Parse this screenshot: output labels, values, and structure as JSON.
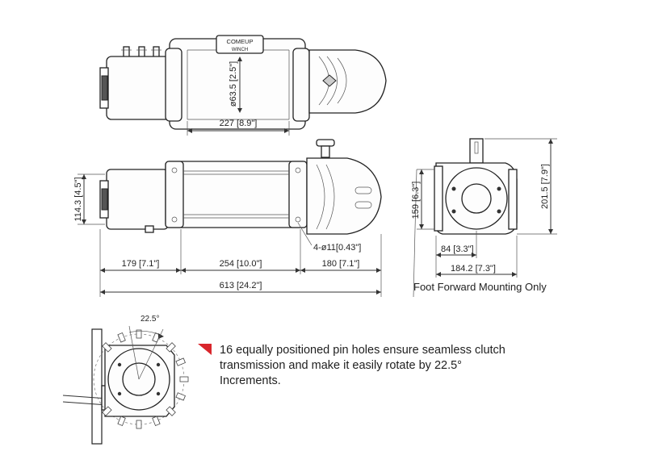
{
  "brand": {
    "logo_top": "COMEUP",
    "logo_bottom": "WINCH"
  },
  "top_view": {
    "drum_diameter": "ø63.5 [2.5\"]",
    "drum_length": "227 [8.9\"]"
  },
  "side_view": {
    "height": "114.3 [4.5\"]",
    "motor_length": "179 [7.1\"]",
    "bolt_spacing": "254 [10.0\"]",
    "gear_length": "180 [7.1\"]",
    "overall_length": "613 [24.2\"]",
    "mount_holes": "4-ø11[0.43\"]"
  },
  "end_view": {
    "height_mount": "159 [6.3\"]",
    "height_overall": "201.5 [7.9\"]",
    "width_mount": "84 [3.3\"]",
    "width_overall": "184.2 [7.3\"]",
    "caption": "Foot Forward Mounting Only"
  },
  "clutch_detail": {
    "angle_label": "22.5°",
    "note_lines": [
      "16 equally positioned pin holes ensure seamless clutch",
      "transmission and make it easily rotate by 22.5°",
      "Increments."
    ],
    "accent_color": "#d9262c"
  }
}
